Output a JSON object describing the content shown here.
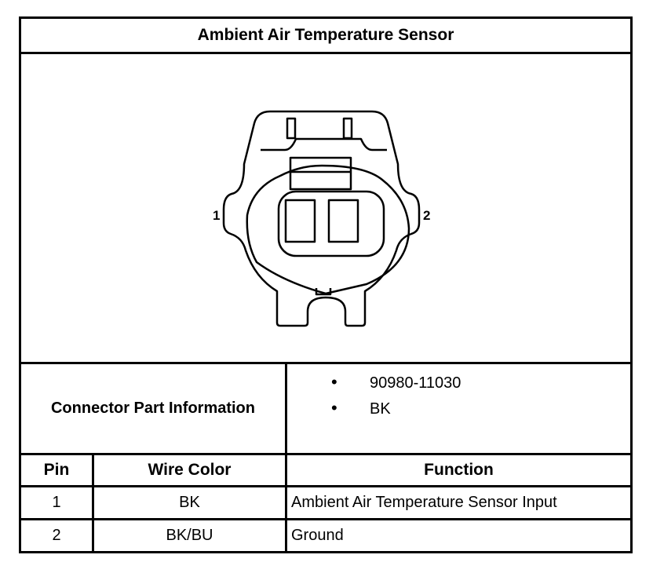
{
  "title": "Ambient Air Temperature Sensor",
  "diagram": {
    "pin_labels": [
      "1",
      "2"
    ]
  },
  "connector_info": {
    "label": "Connector Part Information",
    "items": [
      "90980-11030",
      "BK"
    ]
  },
  "pin_table": {
    "headers": {
      "pin": "Pin",
      "wire_color": "Wire Color",
      "function": "Function"
    },
    "rows": [
      {
        "pin": "1",
        "wire_color": "BK",
        "function": "Ambient Air Temperature Sensor Input"
      },
      {
        "pin": "2",
        "wire_color": "BK/BU",
        "function": "Ground"
      }
    ]
  }
}
